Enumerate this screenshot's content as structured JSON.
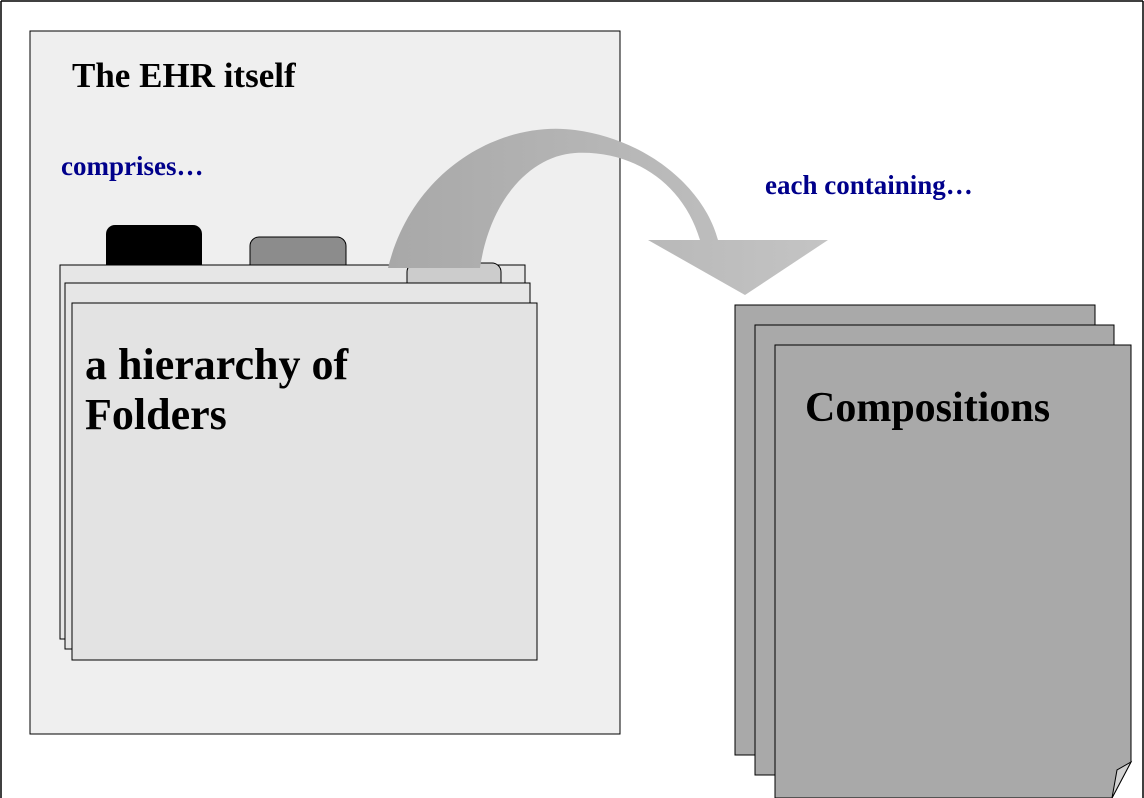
{
  "diagram": {
    "ehr_box": {
      "title": "The EHR itself",
      "subtitle": "comprises…"
    },
    "folders": {
      "label_line1": "a hierarchy of",
      "label_line2": "Folders"
    },
    "arrow_caption": "each containing…",
    "compositions": {
      "label": "Compositions"
    },
    "colors": {
      "ehr_box_fill": "#efefef",
      "folder_fill": "#e3e3e3",
      "tab_black": "#000000",
      "tab_dark": "#8c8c8c",
      "tab_light": "#cccccc",
      "arrow_fill": "#b4b4b4",
      "composition_fill": "#a9a9a9",
      "accent_text": "#00008b",
      "text": "#000000",
      "outline": "#000000"
    }
  }
}
